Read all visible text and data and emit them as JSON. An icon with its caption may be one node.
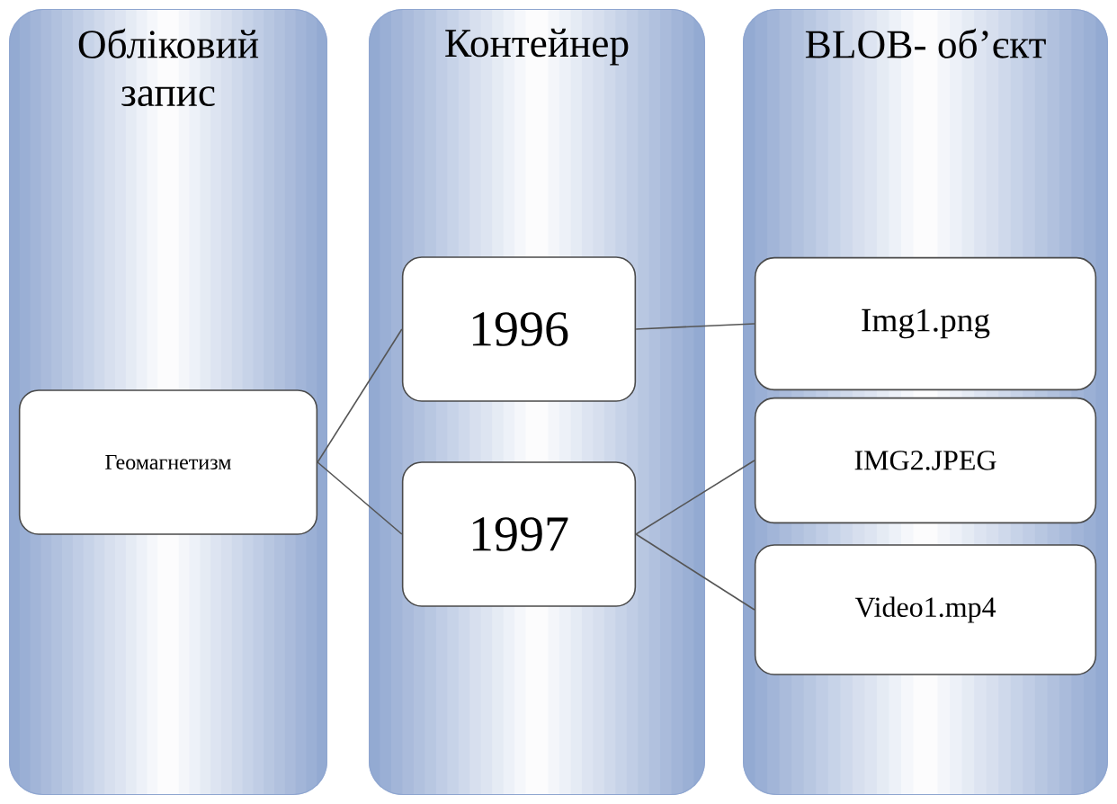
{
  "diagram": {
    "nodes": [
      {
        "text": [
          "Обліковий запис"
        ]
      },
      {
        "text": [
          "Контейнер"
        ]
      },
      {
        "text": [
          "BLOB- об’єкт"
        ]
      },
      {
        "text": [
          "Геомагнетизм"
        ],
        "in": 0
      },
      {
        "text": [
          "1996"
        ],
        "in": 1
      },
      {
        "text": [
          "1997"
        ],
        "in": 1
      },
      {
        "text": [
          "Img1.png"
        ],
        "in": 2
      },
      {
        "text": [
          "IMG2.JPEG"
        ],
        "in": 2
      },
      {
        "text": [
          "Video1.mp4"
        ],
        "in": 2
      }
    ],
    "edges": [
      {
        "from": 3,
        "to": 4,
        "arrow": "none"
      },
      {
        "from": 3,
        "to": 5,
        "arrow": "none"
      },
      {
        "from": 4,
        "to": 6,
        "arrow": "none"
      },
      {
        "from": 5,
        "to": 7,
        "arrow": "none"
      },
      {
        "from": 5,
        "to": 8,
        "arrow": "none"
      }
    ]
  }
}
